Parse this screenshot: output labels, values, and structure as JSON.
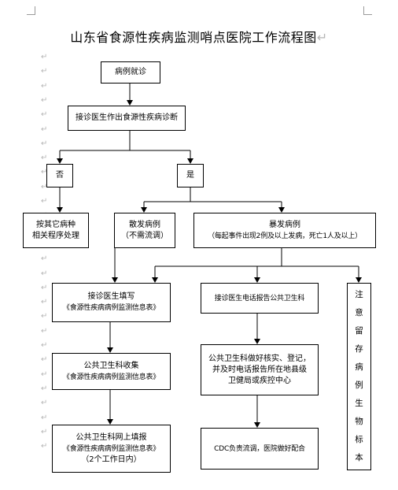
{
  "document": {
    "title": "山东省食源性疾病监测哨点医院工作流程图",
    "paragraph_mark": "↵",
    "margin_mark_count": 28
  },
  "flowchart": {
    "start": "病例就诊",
    "diagnosis": "接诊医生作出食源性疾病诊断",
    "branch_no": "否",
    "branch_yes": "是",
    "other_disease": [
      "按其它病种",
      "相关程序处理"
    ],
    "sporadic": [
      "散发病例",
      "（不需流调）"
    ],
    "outbreak": [
      "暴发病例",
      "（每起事件出现2例及以上发病，死亡1人及以上）"
    ],
    "doctor_fill": [
      "接诊医生填写",
      "《食源性疾病病例监测信息表》"
    ],
    "doctor_phone": "接诊医生电话报告公共卫生科",
    "collect": [
      "公共卫生科收集",
      "《食源性疾病病例监测信息表》"
    ],
    "verify": [
      "公共卫生科做好核实、登记，",
      "并及时电话报告所在地县级",
      "卫健局或疾控中心"
    ],
    "online_report": [
      "公共卫生科网上填报",
      "《食源性疾病病例监测信息表》",
      "（2个工作日内）"
    ],
    "cdc": "CDC负责流调，医院做好配合",
    "sample_note": [
      "注",
      "意",
      "留",
      "存",
      "病",
      "例",
      "生",
      "物",
      "标",
      "本"
    ]
  }
}
